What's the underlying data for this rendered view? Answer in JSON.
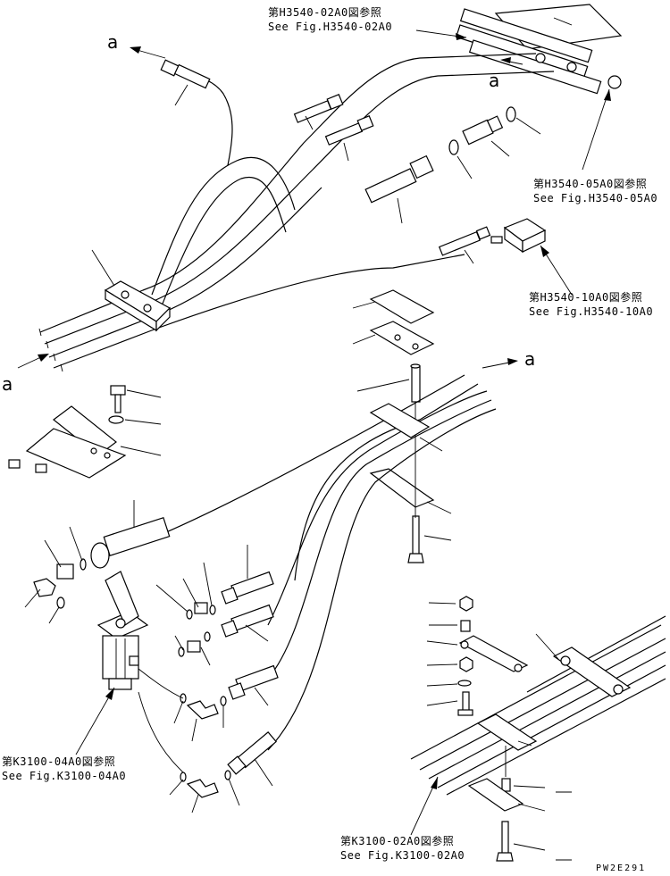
{
  "references": {
    "h3540_02a0": {
      "jp": "第H3540-02A0図参照",
      "en": "See Fig.H3540-02A0"
    },
    "h3540_05a0": {
      "jp": "第H3540-05A0図参照",
      "en": "See Fig.H3540-05A0"
    },
    "h3540_10a0": {
      "jp": "第H3540-10A0図参照",
      "en": "See Fig.H3540-10A0"
    },
    "k3100_04a0": {
      "jp": "第K3100-04A0図参照",
      "en": "See Fig.K3100-04A0"
    },
    "k3100_02a0": {
      "jp": "第K3100-02A0図参照",
      "en": "See Fig.K3100-02A0"
    }
  },
  "connection_marks": {
    "a1": "a",
    "a2": "a",
    "a3": "a",
    "a4": "a"
  },
  "drawing_code": "PW2E291"
}
